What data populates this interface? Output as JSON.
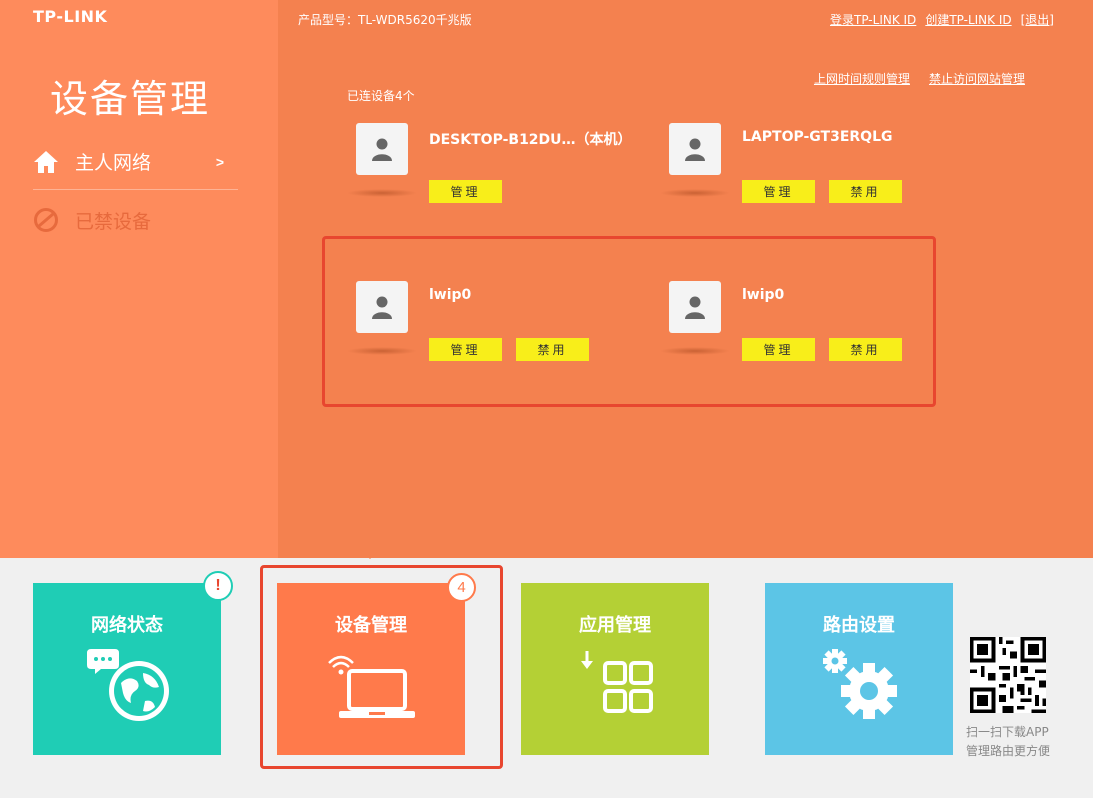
{
  "brand": {
    "logo": "TP-LINK"
  },
  "header": {
    "model": "产品型号：TL-WDR5620千兆版",
    "links": {
      "login": "登录TP-LINK ID",
      "create": "创建TP-LINK ID",
      "logout": "[退出]"
    }
  },
  "sidebar": {
    "title": "设备管理",
    "items": [
      {
        "label": "主人网络",
        "icon": "home-icon",
        "arrow": ">"
      },
      {
        "label": "已禁设备",
        "icon": "ban-icon"
      }
    ]
  },
  "main": {
    "rule_links": {
      "time_rules": "上网时间规则管理",
      "block_sites": "禁止访问网站管理"
    },
    "device_count": "已连设备4个",
    "devices": [
      {
        "name": "DESKTOP-B12DU…（本机）",
        "buttons": [
          "管理"
        ]
      },
      {
        "name": "LAPTOP-GT3ERQLG",
        "buttons": [
          "管理",
          "禁用"
        ]
      },
      {
        "name": "lwip0",
        "buttons": [
          "管理",
          "禁用"
        ]
      },
      {
        "name": "lwip0",
        "buttons": [
          "管理",
          "禁用"
        ]
      }
    ]
  },
  "tiles": [
    {
      "label": "网络状态",
      "icon": "globe-chat-icon",
      "badge": "!",
      "color": "#1fcdb5"
    },
    {
      "label": "设备管理",
      "icon": "laptop-wifi-icon",
      "badge": "4",
      "color": "#ff7a4b"
    },
    {
      "label": "应用管理",
      "icon": "apps-grid-icon",
      "color": "#b4d035"
    },
    {
      "label": "路由设置",
      "icon": "gears-icon",
      "color": "#5cc5e6"
    }
  ],
  "qr": {
    "line1": "扫一扫下载APP",
    "line2": "管理路由更方便"
  },
  "colors": {
    "top_bg": "#f4814f",
    "sidebar_bg": "#fe8b5c",
    "button": "#f8ee1a",
    "highlight": "#e8462f"
  }
}
